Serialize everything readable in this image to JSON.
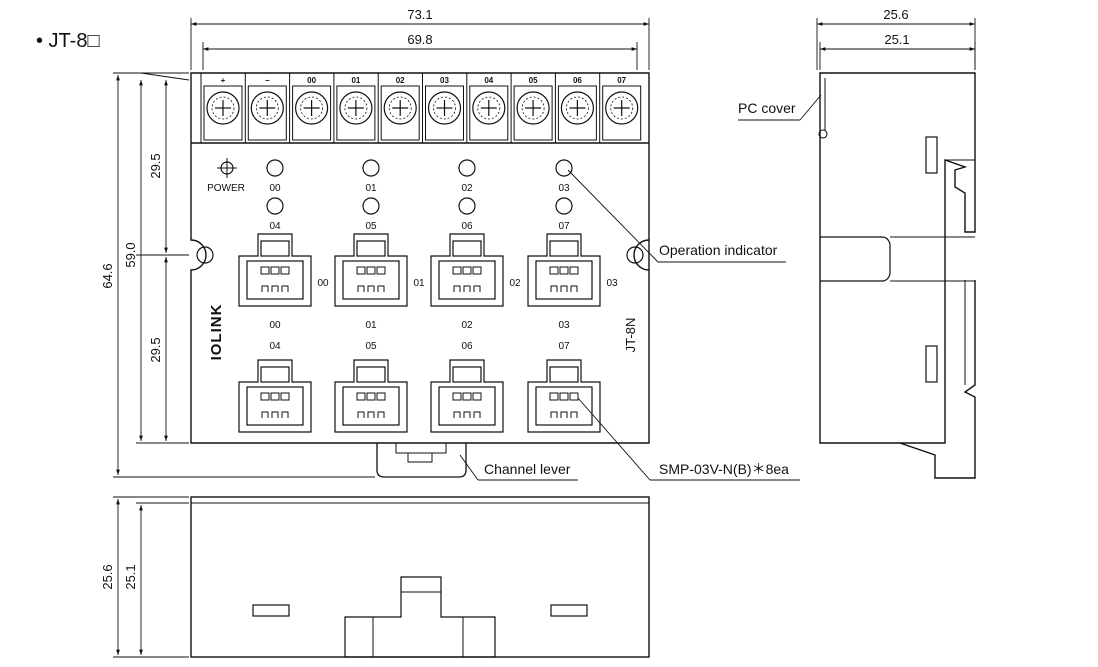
{
  "title": "• JT-8□",
  "dimensions": {
    "overall_width": "73.1",
    "inner_width": "69.8",
    "side_width_outer": "25.6",
    "side_width_inner": "25.1",
    "top_half": "29.5",
    "bottom_half": "29.5",
    "mid_height": "59.0",
    "total_height": "64.6",
    "bottom_height_outer": "25.6",
    "bottom_height_inner": "25.1"
  },
  "terminal_labels": [
    "+",
    "−",
    "00",
    "01",
    "02",
    "03",
    "04",
    "05",
    "06",
    "07"
  ],
  "power_label": "POWER",
  "led_labels_top": [
    "00",
    "01",
    "02",
    "03"
  ],
  "led_labels_bottom": [
    "04",
    "05",
    "06",
    "07"
  ],
  "connector_side_labels": [
    "00",
    "01",
    "02",
    "03"
  ],
  "connector_labels_mid_top": [
    "00",
    "01",
    "02",
    "03"
  ],
  "connector_labels_mid_bottom": [
    "04",
    "05",
    "06",
    "07"
  ],
  "brand": "IOLINK",
  "model_label": "JT-8N",
  "callouts": {
    "pc_cover": "PC cover",
    "operation_indicator": "Operation indicator",
    "channel_lever": "Channel lever",
    "connector": "SMP-03V-N(B)＊8ea"
  }
}
